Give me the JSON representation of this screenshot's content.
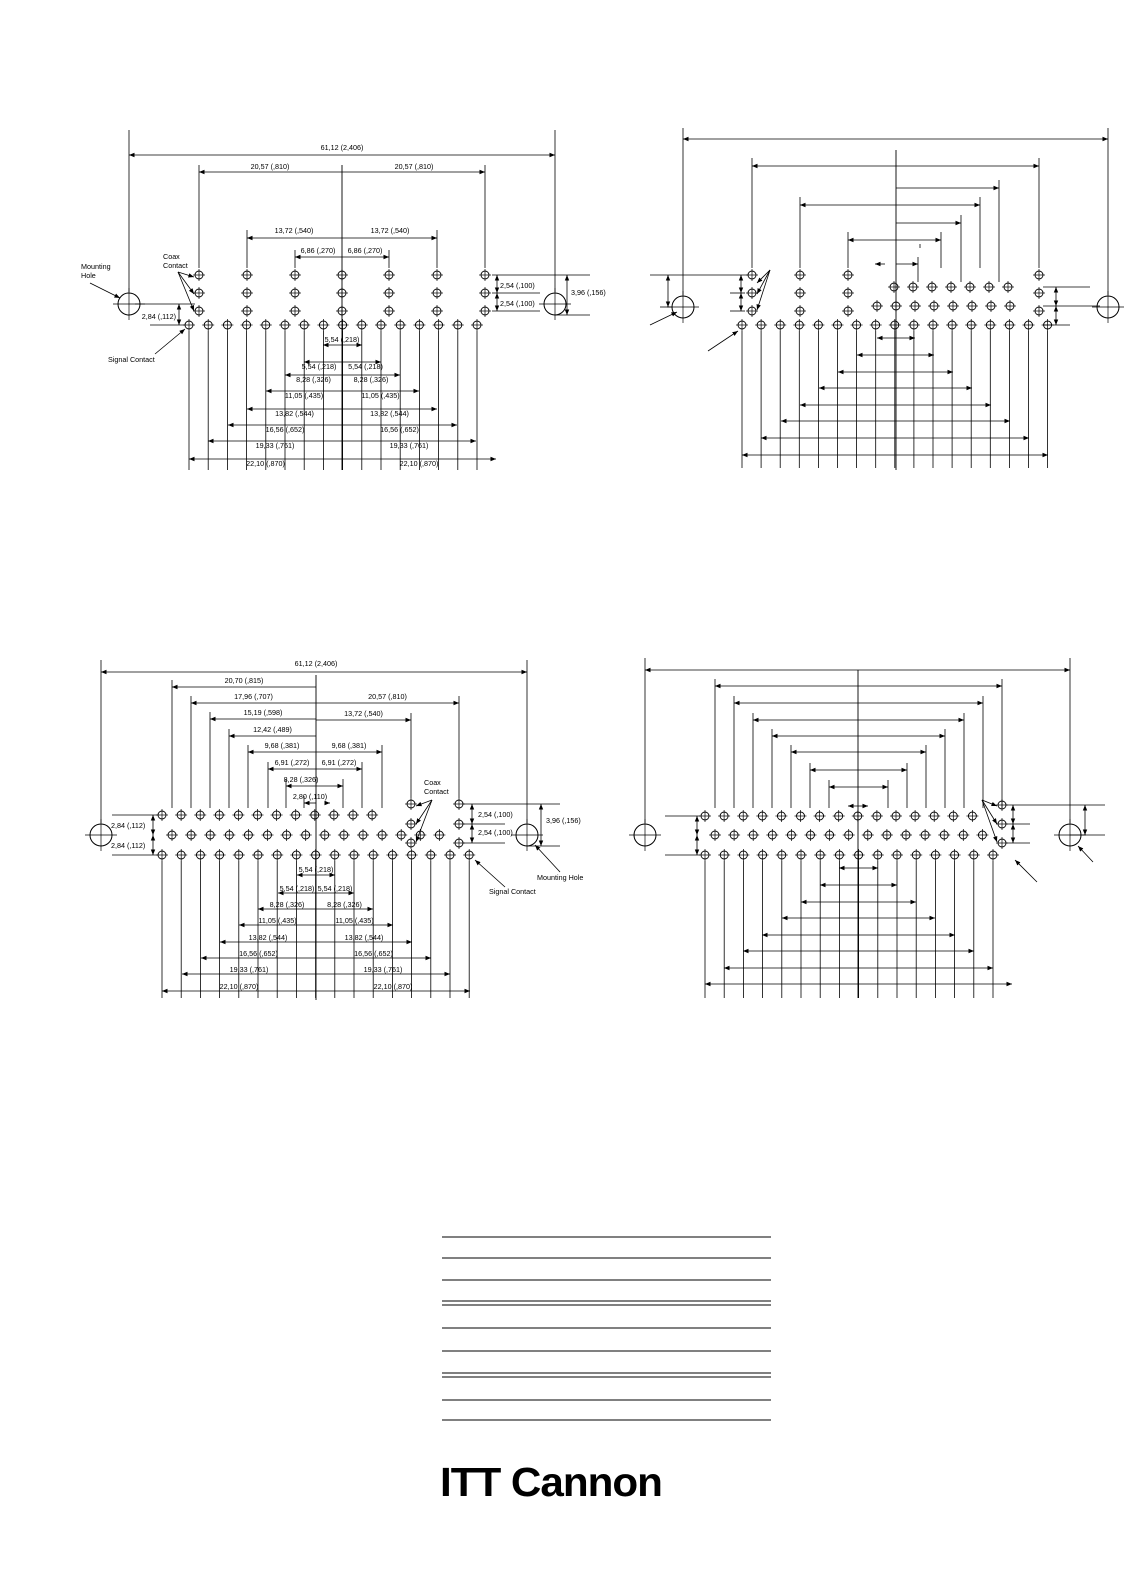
{
  "brand": {
    "logo_text": "ITT Cannon"
  },
  "colors": {
    "ink": "#000000",
    "paper": "#ffffff"
  },
  "diagram_a": {
    "overall": "61,12 (2,406)",
    "half_left": "20,57 (,810)",
    "half_right": "20,57 (,810)",
    "coax_outer_left": "13,72 (,540)",
    "coax_outer_right": "13,72 (,540)",
    "coax_inner_left": "6,86 (,270)",
    "coax_inner_right": "6,86 (,270)",
    "pitch_a": "2,54 (,100)",
    "pitch_b": "2,54 (,100)",
    "hole_offset": "3,96 (,156)",
    "row_offset": "2,84 (,112)",
    "labels": {
      "mounting_hole": "Mounting Hole",
      "coax_contact": "Coax Contact",
      "signal_contact": "Signal Contact"
    },
    "bottom_dims": {
      "center": "5,54 (,218)",
      "left": [
        "5,54 (,218)",
        "8,28 (,326)",
        "11,05 (,435)",
        "13,82 (,544)",
        "16,56 (,652)",
        "19,33 (,761)",
        "22,10 (,870)"
      ],
      "right": [
        "5,54 (,218)",
        "8,28 (,326)",
        "11,05 (,435)",
        "13,82 (,544)",
        "16,56 (,652)",
        "19,33 (,761)",
        "22,10 (,870)"
      ]
    }
  },
  "diagram_c": {
    "overall": "61,12 (2,406)",
    "left_dims": [
      "20,70 (,815)",
      "17,96 (,707)",
      "15,19 (,598)",
      "12,42 (,489)",
      "9,68 (,381)",
      "6,91 (,272)",
      "8,28 (,326)",
      "2,80 (,110)"
    ],
    "right_dims": [
      "20,57 (,810)",
      "13,72 (,540)",
      "9,68 (,381)",
      "6,91 (,272)"
    ],
    "pitch_a": "2,54 (,100)",
    "pitch_b": "2,54 (,100)",
    "hole_offset": "3,96 (,156)",
    "row_offset_a": "2,84 (,112)",
    "row_offset_b": "2,84 (,112)",
    "labels": {
      "mounting_hole": "Mounting Hole",
      "coax_contact": "Coax Contact",
      "signal_contact": "Signal Contact"
    },
    "bottom_dims": {
      "center": "5,54 (,218)",
      "left": [
        "5,54 (,218)",
        "8,28 (,326)",
        "11,05 (,435)",
        "13,82 (,544)",
        "16,56 (,652)",
        "19,33 (,761)",
        "22,10 (,870)"
      ],
      "right": [
        "5,54 (,218)",
        "8,28 (,326)",
        "11,05 (,435)",
        "13,82 (,544)",
        "16,56 (,652)",
        "19,33 (,761)",
        "22,10 (,870)"
      ]
    }
  }
}
